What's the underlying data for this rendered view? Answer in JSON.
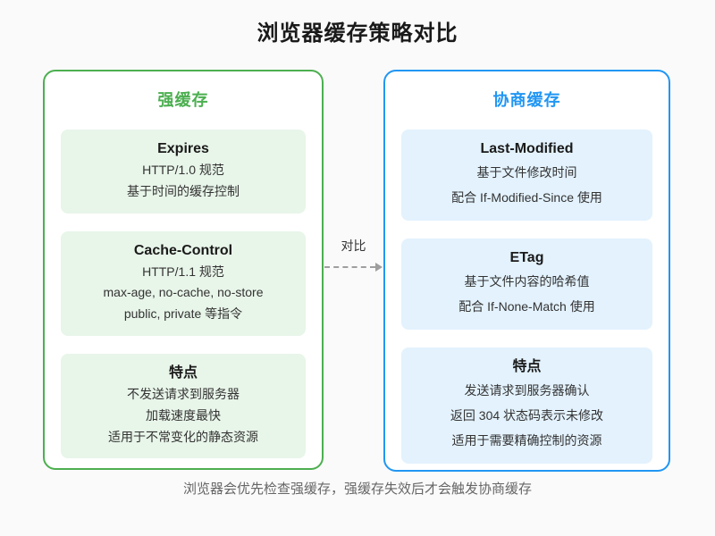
{
  "title": "浏览器缓存策略对比",
  "panels": {
    "strong": {
      "header": "强缓存",
      "cards": [
        {
          "title": "Expires",
          "lines": [
            "HTTP/1.0 规范",
            "基于时间的缓存控制"
          ]
        },
        {
          "title": "Cache-Control",
          "lines": [
            "HTTP/1.1 规范",
            "max-age, no-cache, no-store",
            "public, private 等指令"
          ]
        },
        {
          "title": "特点",
          "lines": [
            "不发送请求到服务器",
            "加载速度最快",
            "适用于不常变化的静态资源"
          ]
        }
      ]
    },
    "negotiated": {
      "header": "协商缓存",
      "cards": [
        {
          "title": "Last-Modified",
          "lines": [
            "基于文件修改时间",
            "配合 If-Modified-Since 使用"
          ]
        },
        {
          "title": "ETag",
          "lines": [
            "基于文件内容的哈希值",
            "配合 If-None-Match 使用"
          ]
        },
        {
          "title": "特点",
          "lines": [
            "发送请求到服务器确认",
            "返回 304 状态码表示未修改",
            "适用于需要精确控制的资源"
          ]
        }
      ]
    }
  },
  "connector": {
    "label": "对比"
  },
  "footer": "浏览器会优先检查强缓存，强缓存失效后才会触发协商缓存",
  "colors": {
    "strong_accent": "#4caf50",
    "strong_card_bg": "#e8f5e9",
    "negotiated_accent": "#2196f3",
    "negotiated_card_bg": "#e3f2fd",
    "page_bg": "#fafafa",
    "panel_bg": "#ffffff",
    "arrow": "#9e9e9e",
    "body_text": "#333333",
    "footer_text": "#666666"
  }
}
